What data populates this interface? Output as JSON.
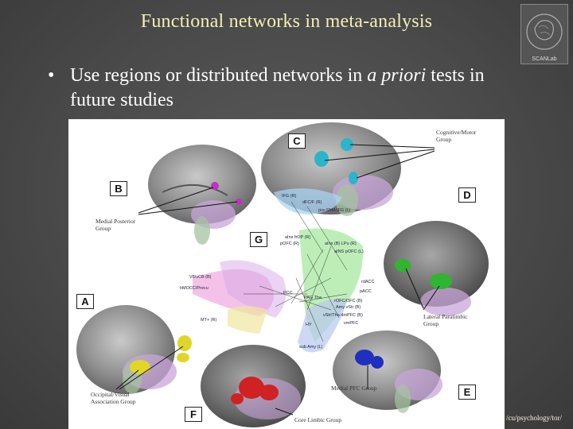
{
  "slide": {
    "title": "Functional networks in meta-analysis",
    "bullet": {
      "dot": "•",
      "text_before": "Use regions or distributed networks in ",
      "text_italic": "a priori",
      "text_after": " tests in future studies"
    },
    "logo_text": "SCANLab",
    "url_fragment": "/cu/psychology/tor/"
  },
  "figure": {
    "panels": {
      "A": "A",
      "B": "B",
      "C": "C",
      "D": "D",
      "E": "E",
      "F": "F",
      "G": "G"
    },
    "groups": {
      "cognitive_motor": "Cognitive/Motor Group",
      "medial_posterior": "Medial Posterior Group",
      "lateral_paralimbic": "Lateral Paralimbic Group",
      "occipital_visual": "Occipital/Visual Association Group",
      "medial_pfc": "Medial PFC Group",
      "core_limbic": "Core Limbic Group"
    },
    "network_labels": [
      "IFG (R)",
      "dFC/F (R)",
      "pre-SMA IFG (L)",
      "aIns frOP (R)",
      "pOFC (R)",
      "aIns (B) LPu (R)",
      "aINS pOFC (L)",
      "V8/vCB (B)",
      "hMOCC/Precu",
      "rdACC",
      "pACC",
      "PCC",
      "PAG Tha",
      "rOFC/OFC (B)",
      "Amy vStr (B)",
      "MT+ (R)",
      "vStr/Tha dmPFC (B)",
      "vmPFC",
      "HY",
      "sub Amy (L)"
    ]
  }
}
